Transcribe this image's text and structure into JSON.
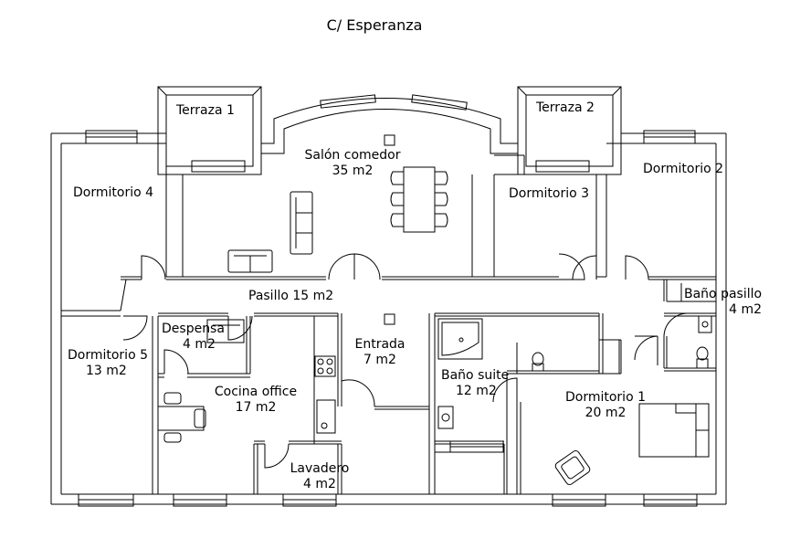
{
  "title": "C/ Esperanza",
  "rooms": [
    {
      "id": "terraza-1",
      "name": "Terraza 1",
      "area": ""
    },
    {
      "id": "salon",
      "name": "Salón comedor",
      "area": "35 m2"
    },
    {
      "id": "terraza-2",
      "name": "Terraza 2",
      "area": ""
    },
    {
      "id": "dormitorio-4",
      "name": "Dormitorio 4",
      "area": ""
    },
    {
      "id": "dormitorio-3",
      "name": "Dormitorio 3",
      "area": ""
    },
    {
      "id": "dormitorio-2",
      "name": "Dormitorio 2",
      "area": ""
    },
    {
      "id": "pasillo",
      "name": "Pasillo 15 m2",
      "area": ""
    },
    {
      "id": "bano-pasillo",
      "name": "Baño pasillo",
      "area": "4 m2"
    },
    {
      "id": "despensa",
      "name": "Despensa",
      "area": "4 m2"
    },
    {
      "id": "dormitorio-5",
      "name": "Dormitorio 5",
      "area": "13 m2"
    },
    {
      "id": "entrada",
      "name": "Entrada",
      "area": "7 m2"
    },
    {
      "id": "cocina",
      "name": "Cocina office",
      "area": "17 m2"
    },
    {
      "id": "bano-suite",
      "name": "Baño suite",
      "area": "12 m2"
    },
    {
      "id": "dormitorio-1",
      "name": "Dormitorio 1",
      "area": "20 m2"
    },
    {
      "id": "lavadero",
      "name": "Lavadero",
      "area": "4 m2"
    }
  ]
}
